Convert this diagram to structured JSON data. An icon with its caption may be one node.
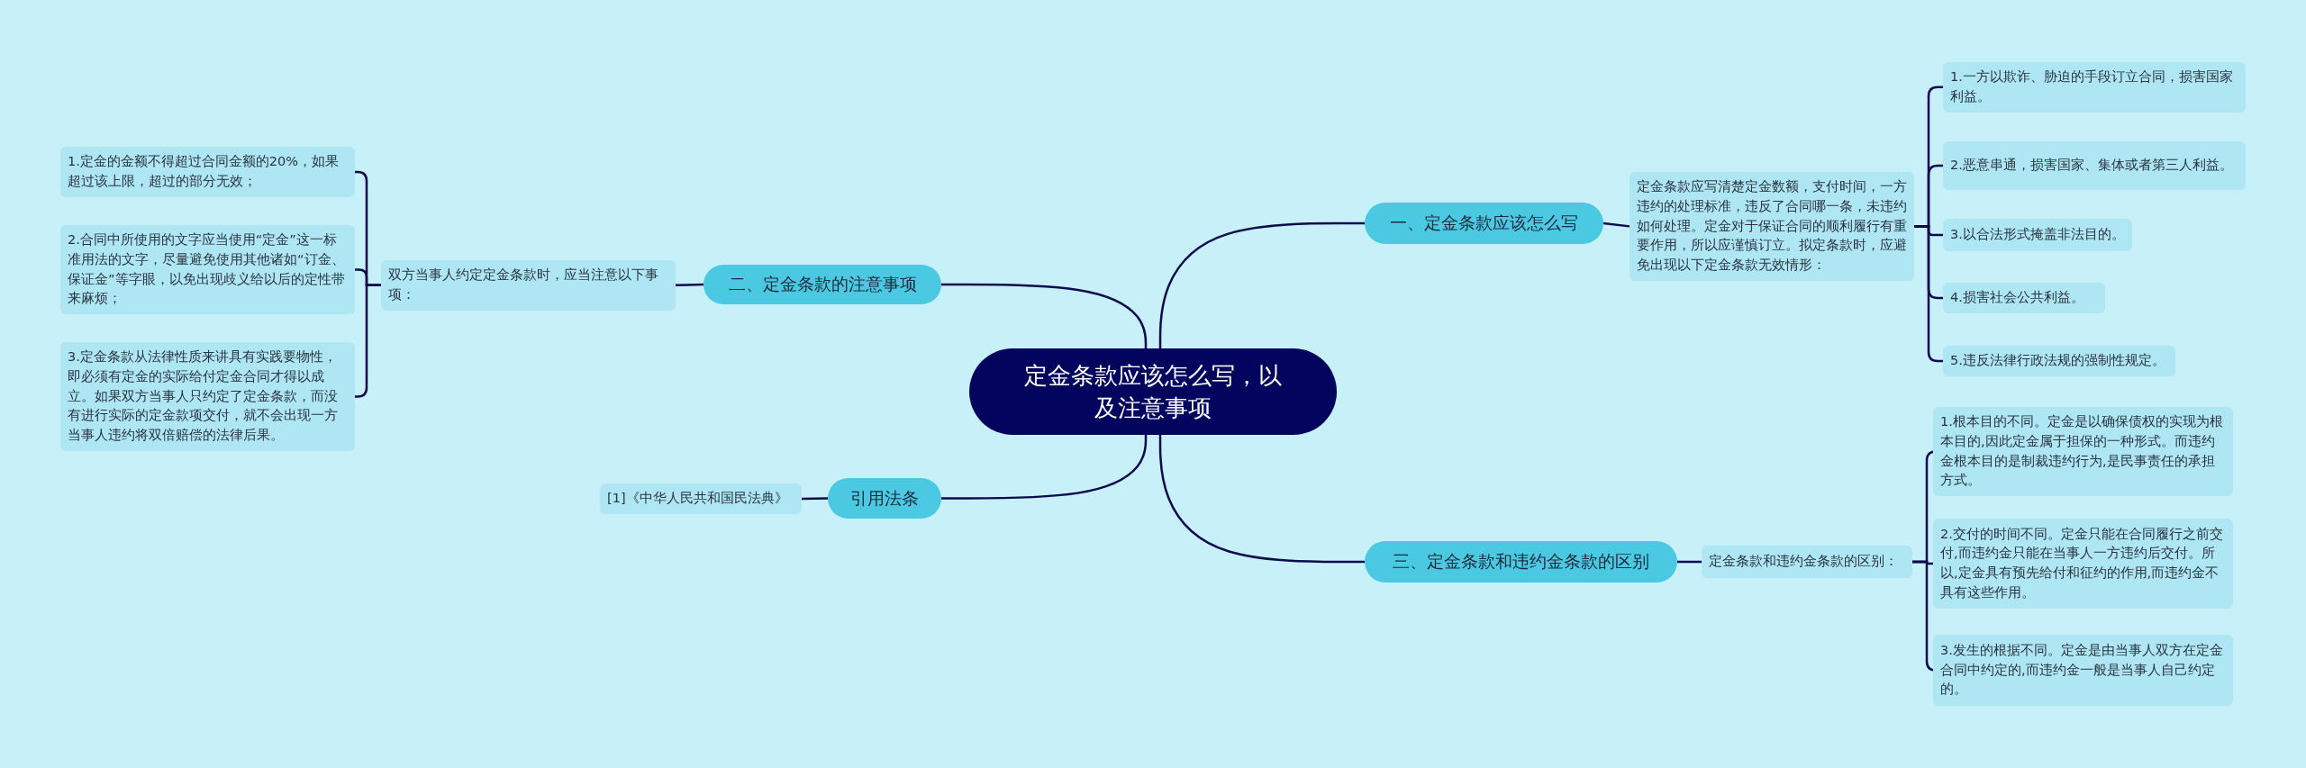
{
  "diagram": {
    "nodes": [
      {
        "text": [
          "定金条款应该怎么写，以及注意事项"
        ]
      },
      {
        "text": [
          "一、定金条款应该怎么写"
        ]
      },
      {
        "text": [
          "定金条款应写清楚定金数额，支付时间，一方违约的处理标准，违反了合同哪一条，未违约如何处理。定金对于保证合同的顺利履行有重要作用，所以应谨慎订立。拟定条款时，应避免出现以下定金条款无效情形："
        ]
      },
      {
        "text": [
          "1.一方以欺诈、胁迫的手段订立合同，损害国家利益。"
        ]
      },
      {
        "text": [
          "2.恶意串通，损害国家、集体或者第三人利益。"
        ]
      },
      {
        "text": [
          "3.以合法形式掩盖非法目的。"
        ]
      },
      {
        "text": [
          "4.损害社会公共利益。"
        ]
      },
      {
        "text": [
          "5.违反法律行政法规的强制性规定。"
        ]
      },
      {
        "text": [
          "二、定金条款的注意事项"
        ]
      },
      {
        "text": [
          "双方当事人约定定金条款时，应当注意以下事项："
        ]
      },
      {
        "text": [
          "1.定金的金额不得超过合同金额的20%，如果超过该上限，超过的部分无效；"
        ]
      },
      {
        "text": [
          "2.合同中所使用的文字应当使用“定金”这一标准用法的文字，尽量避免使用其他诸如“订金、保证金”等字眼，以免出现歧义给以后的定性带来麻烦；"
        ]
      },
      {
        "text": [
          "3.定金条款从法律性质来讲具有实践要物性，即必须有定金的实际给付定金合同才得以成立。如果双方当事人只约定了定金条款，而没有进行实际的定金款项交付，就不会出现一方当事人违约将双倍赔偿的法律后果。"
        ]
      },
      {
        "text": [
          "三、定金条款和违约金条款的区别"
        ]
      },
      {
        "text": [
          "定金条款和违约金条款的区别："
        ]
      },
      {
        "text": [
          "1.根本目的不同。定金是以确保债权的实现为根本目的,因此定金属于担保的一种形式。而违约金根本目的是制裁违约行为,是民事责任的承担方式。"
        ]
      },
      {
        "text": [
          "2.交付的时间不同。定金只能在合同履行之前交付,而违约金只能在当事人一方违约后交付。所以,定金具有预先给付和征约的作用,而违约金不具有这些作用。"
        ]
      },
      {
        "text": [
          "3.发生的根据不同。定金是由当事人双方在定金合同中约定的,而违约金一般是当事人自己约定的。"
        ]
      },
      {
        "text": [
          "引用法条"
        ]
      },
      {
        "text": [
          "[1]《中华人民共和国民法典》"
        ]
      }
    ],
    "edges": [
      {
        "from": 0,
        "to": 1,
        "arrow": "none"
      },
      {
        "from": 1,
        "to": 2,
        "arrow": "none"
      },
      {
        "from": 2,
        "to": 3,
        "arrow": "none"
      },
      {
        "from": 2,
        "to": 4,
        "arrow": "none"
      },
      {
        "from": 2,
        "to": 5,
        "arrow": "none"
      },
      {
        "from": 2,
        "to": 6,
        "arrow": "none"
      },
      {
        "from": 2,
        "to": 7,
        "arrow": "none"
      },
      {
        "from": 0,
        "to": 8,
        "arrow": "none"
      },
      {
        "from": 8,
        "to": 9,
        "arrow": "none"
      },
      {
        "from": 9,
        "to": 10,
        "arrow": "none"
      },
      {
        "from": 9,
        "to": 11,
        "arrow": "none"
      },
      {
        "from": 9,
        "to": 12,
        "arrow": "none"
      },
      {
        "from": 0,
        "to": 13,
        "arrow": "none"
      },
      {
        "from": 13,
        "to": 14,
        "arrow": "none"
      },
      {
        "from": 14,
        "to": 15,
        "arrow": "none"
      },
      {
        "from": 14,
        "to": 16,
        "arrow": "none"
      },
      {
        "from": 14,
        "to": 17,
        "arrow": "none"
      },
      {
        "from": 0,
        "to": 18,
        "arrow": "none"
      },
      {
        "from": 18,
        "to": 19,
        "arrow": "none"
      }
    ]
  }
}
